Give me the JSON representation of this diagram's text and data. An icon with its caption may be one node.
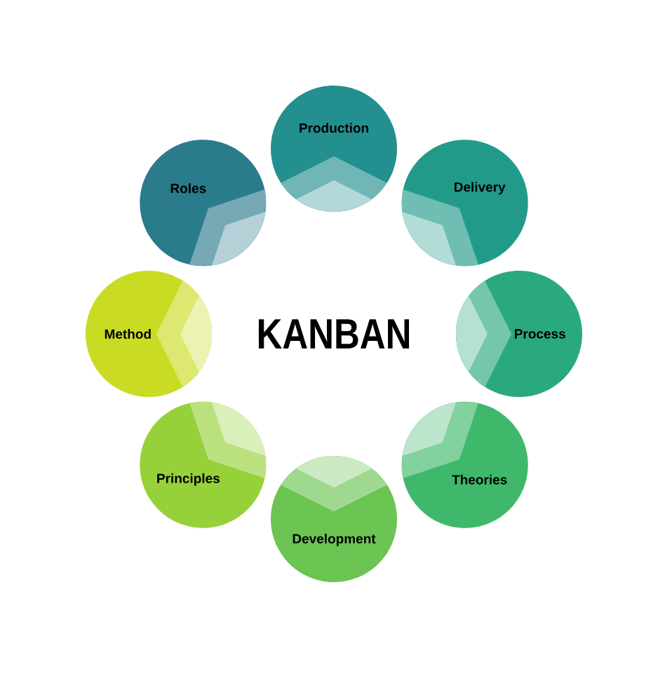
{
  "diagram": {
    "title": "KANBAN",
    "nodes": [
      {
        "text": [
          "Production"
        ]
      },
      {
        "text": [
          "Delivery"
        ]
      },
      {
        "text": [
          "Process"
        ]
      },
      {
        "text": [
          "Theories"
        ]
      },
      {
        "text": [
          "Development"
        ]
      },
      {
        "text": [
          "Principles"
        ]
      },
      {
        "text": [
          "Method"
        ]
      },
      {
        "text": [
          "Roles"
        ]
      }
    ]
  }
}
